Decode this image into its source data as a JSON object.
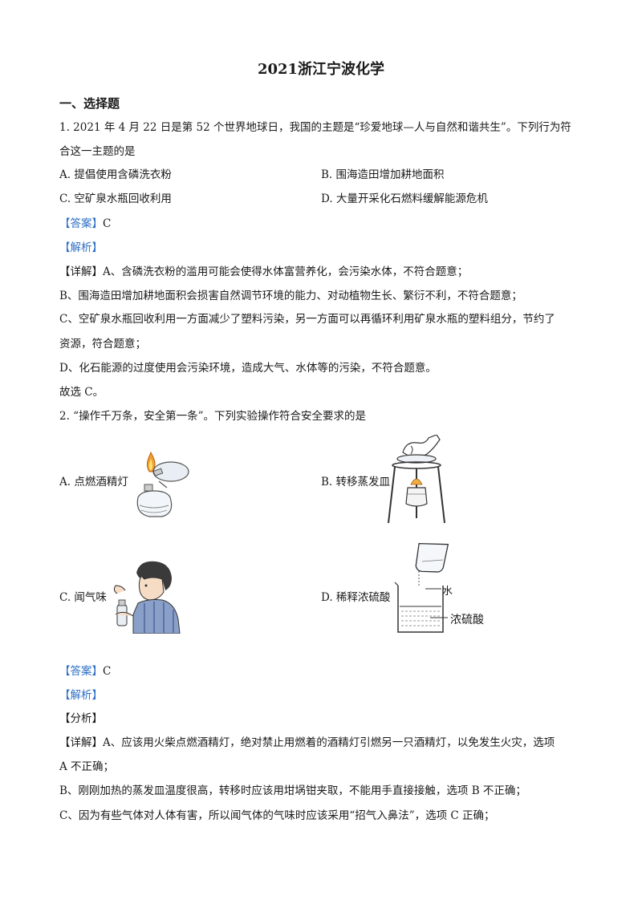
{
  "title": "2021浙江宁波化学",
  "section_title": "一、选择题",
  "q1": {
    "stem_line1": "1. 2021 年 4 月 22 日是第 52 个世界地球日，我国的主题是“珍爱地球—人与自然和谐共生”。下列行为符",
    "stem_line2": "合这一主题的是",
    "option_a": "A.  提倡使用含磷洗衣粉",
    "option_b": "B.  围海造田增加耕地面积",
    "option_c": "C.  空矿泉水瓶回收利用",
    "option_d": "D.  大量开采化石燃料缓解能源危机",
    "answer_tag": "【答案】",
    "answer": "C",
    "analysis_tag": "【解析】",
    "detail_tag": "【详解】",
    "detail_a": "A、含磷洗衣粉的滥用可能会使得水体富营养化，会污染水体，不符合题意；",
    "detail_b": "B、围海造田增加耕地面积会损害自然调节环境的能力、对动植物生长、繁衍不利，不符合题意；",
    "detail_c1": "C、空矿泉水瓶回收利用一方面减少了塑料污染，另一方面可以再循环利用矿泉水瓶的塑料组分，节约了",
    "detail_c2": "资源，符合题意；",
    "detail_d": "D、化石能源的过度使用会污染环境，造成大气、水体等的污染，不符合题意。",
    "conclusion": "故选 C。"
  },
  "q2": {
    "stem": "2. “操作千万条，安全第一条”。下列实验操作符合安全要求的是",
    "option_a": "A. 点燃酒精灯",
    "option_b": "B. 转移蒸发皿",
    "option_c": "C. 闻气味",
    "option_d": "D. 稀释浓硫酸",
    "figure_d_label_water": "水",
    "figure_d_label_acid": "浓硫酸",
    "answer_tag": "【答案】",
    "answer": "C",
    "analysis_tag": "【解析】",
    "breakdown_tag": "【分析】",
    "detail_tag": "【详解】",
    "detail_a1": "A、应该用火柴点燃酒精灯，绝对禁止用燃着的酒精灯引燃另一只酒精灯，以免发生火灾，选项",
    "detail_a2": "A 不正确；",
    "detail_b": "B、刚刚加热的蒸发皿温度很高，转移时应该用坩埚钳夹取，不能用手直接接触，选项 B 不正确；",
    "detail_c": "C、因为有些气体对人体有害，所以闻气体的气味时应该采用“招气入鼻法”，选项 C 正确；"
  }
}
